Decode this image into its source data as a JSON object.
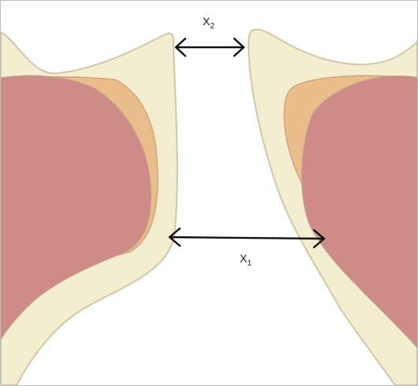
{
  "labels": {
    "x2": {
      "main": "X",
      "sub": "2"
    },
    "x1": {
      "main": "X",
      "sub": "1"
    }
  },
  "colors": {
    "outer_tissue": "#f3eecf",
    "outer_stroke": "#cfc7a9",
    "middle_tissue": "#e9be8a",
    "inner_tissue": "#cf8c86",
    "inner_stroke": "#c49a8c",
    "arrow": "#111111"
  }
}
